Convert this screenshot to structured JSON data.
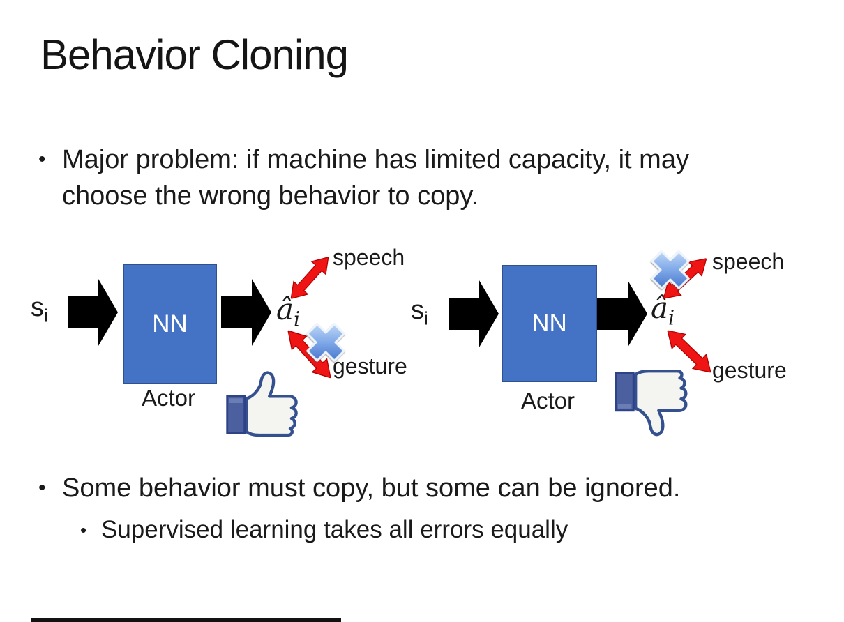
{
  "slide": {
    "title": "Behavior Cloning",
    "bullet_char": "•",
    "bullets": {
      "major_problem": "Major problem: if machine has limited capacity, it may choose the wrong behavior to copy.",
      "some_behavior": "Some behavior must copy, but some can be ignored.",
      "supervised": "Supervised learning takes all errors equally"
    }
  },
  "diagram": {
    "left": {
      "input": "s",
      "input_sub": "i",
      "nn_label": "NN",
      "actor_label": "Actor",
      "output": "â",
      "output_sub": "i",
      "speech_label": "speech",
      "gesture_label": "gesture",
      "crossed_out": "gesture",
      "feedback_icon": "thumbs-up"
    },
    "right": {
      "input": "s",
      "input_sub": "i",
      "nn_label": "NN",
      "actor_label": "Actor",
      "output": "â",
      "output_sub": "i",
      "speech_label": "speech",
      "gesture_label": "gesture",
      "crossed_out": "speech",
      "feedback_icon": "thumbs-down"
    }
  },
  "colors": {
    "nn_fill": "#4472C4",
    "nn_border": "#2F528F",
    "block_arrow": "#000000",
    "arrow_red": "#EF1515",
    "cross_blue": "#3565C4",
    "thumb_blue": "#35508F",
    "text": "#1A1A1A"
  }
}
